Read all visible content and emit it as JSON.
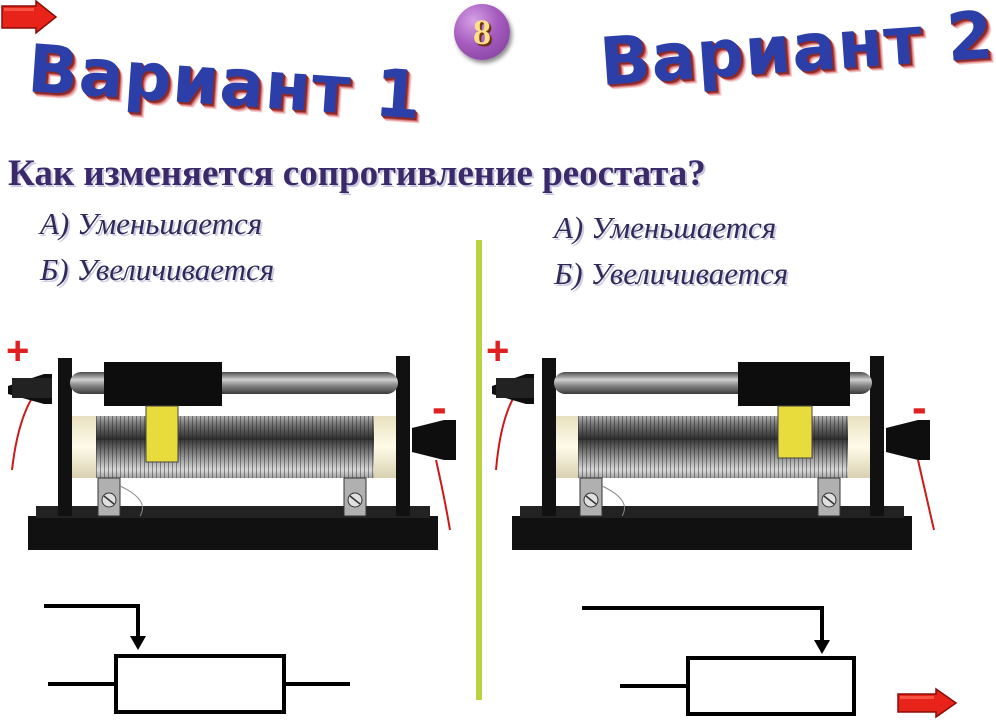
{
  "slide_number": "8",
  "variants": [
    {
      "title": "Вариант 1",
      "answers": [
        "А) Уменьшается",
        "Б) Увеличивается"
      ]
    },
    {
      "title": "Вариант 2",
      "answers": [
        "А) Уменьшается",
        "Б) Увеличивается"
      ]
    }
  ],
  "question": "Как изменяется сопротивление реостата?",
  "terminals": {
    "plus": "+",
    "minus": "-"
  },
  "colors": {
    "title": "#2C3FA8",
    "divider": "#B8D240",
    "arrow": "#E8231A",
    "slider": "#E8DC3C",
    "badge": "#A65CBF"
  },
  "nav": {
    "prev_icon": "arrow-left-icon",
    "next_icon": "arrow-right-icon"
  }
}
